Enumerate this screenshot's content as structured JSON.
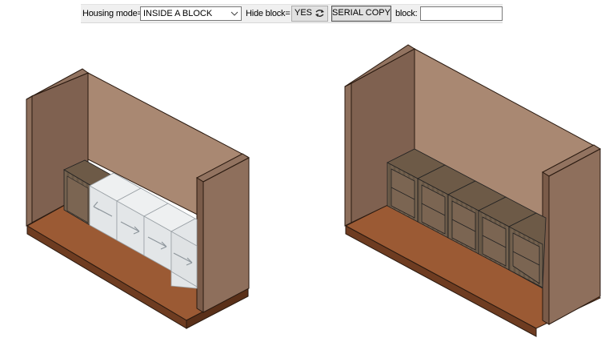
{
  "toolbar": {
    "housing_mode_label": "Housing mode=",
    "housing_mode_value": "INSIDE A BLOCK",
    "hide_block_label": "Hide block=",
    "hide_block_value": "YES",
    "serial_copy_label": "SERIAL COPY",
    "block_label": "block:",
    "block_value": ""
  },
  "icons": {
    "combo_arrow": "chevron-down-icon",
    "toggle": "swap-arrows-icon"
  },
  "colors": {
    "wall_face": "#a98872",
    "wall_side": "#7d5f4e",
    "wall_top": "#8b6b58",
    "floor_top": "#9a5a33",
    "floor_front": "#6e3d22",
    "cabinet_wood": "#6b5a48",
    "ghost_box": "#e9ecee"
  }
}
